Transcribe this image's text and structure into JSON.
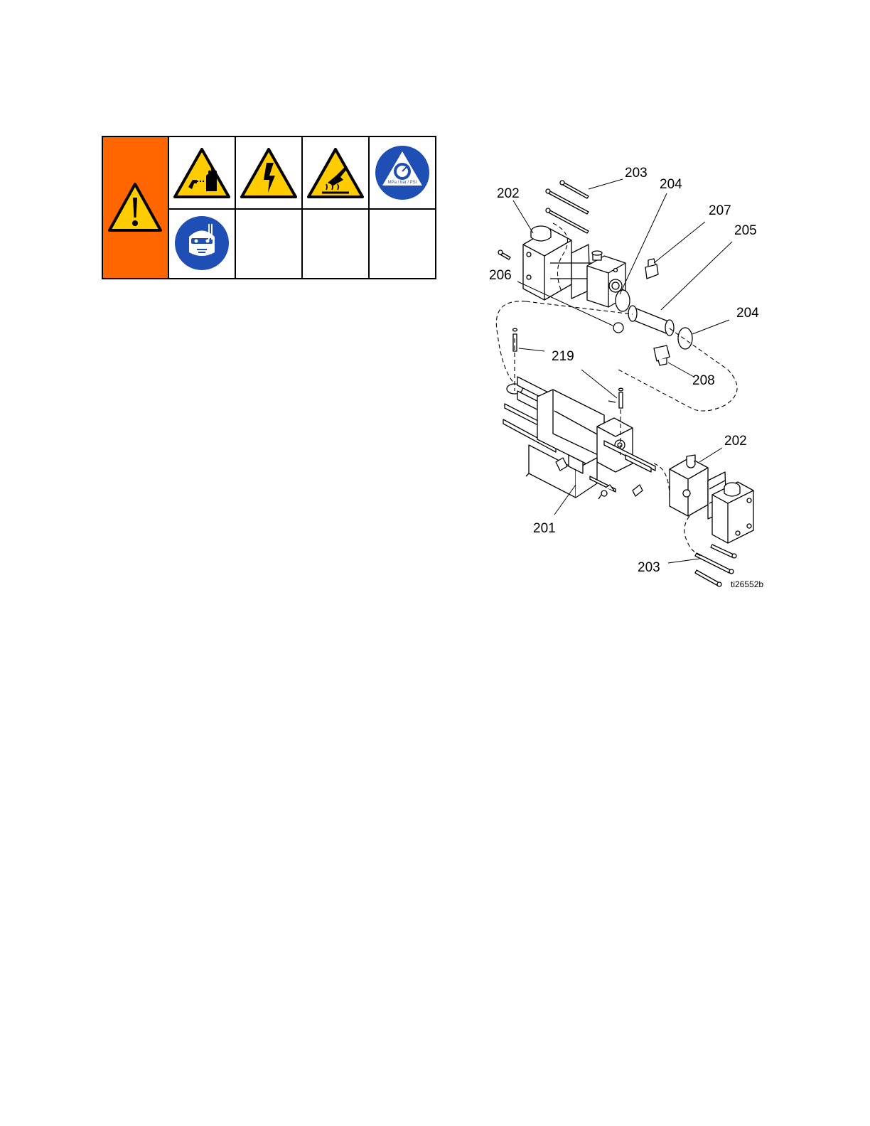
{
  "safety_panel": {
    "colors": {
      "orange": "#FF6600",
      "yellow": "#FFCC00",
      "blue": "#1F4FB4",
      "black": "#000000"
    },
    "icons": [
      "general-warning-icon",
      "skin-injection-hazard-icon",
      "electric-shock-hazard-icon",
      "hot-surface-hazard-icon",
      "pressure-relief-procedure-icon",
      "wear-ppe-icon"
    ],
    "pressure_units_text": "MPa / bar / PSI"
  },
  "diagram": {
    "callouts": {
      "c203_top": "203",
      "c202_top": "202",
      "c204_top": "204",
      "c207": "207",
      "c205": "205",
      "c206": "206",
      "c204_right": "204",
      "c219": "219",
      "c208": "208",
      "c202_bottom": "202",
      "c201": "201",
      "c203_bottom": "203"
    },
    "figure_id": "ti26552b"
  }
}
